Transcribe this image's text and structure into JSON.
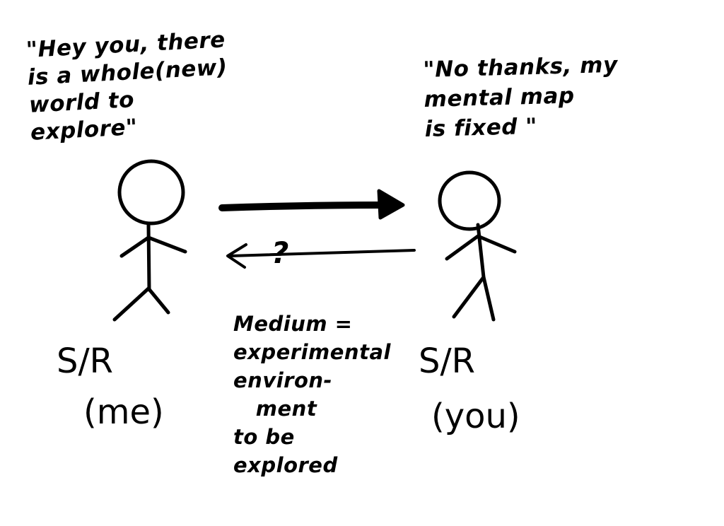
{
  "speech": {
    "left_quote": "\"Hey you, there\nis a whole(new)\nworld to\nexplore\"",
    "right_quote": "\"No thanks, my\nmental map\nis fixed \""
  },
  "persons": {
    "left": {
      "label": "S/R",
      "sublabel": "(me)"
    },
    "right": {
      "label": "S/R",
      "sublabel": "(you)"
    }
  },
  "medium_note": "Medium =\nexperimental\nenviron-\n   ment\nto be\nexplored",
  "arrows": {
    "return_mark": "?"
  },
  "colors": {
    "ink": "#000000",
    "paper": "#ffffff"
  }
}
